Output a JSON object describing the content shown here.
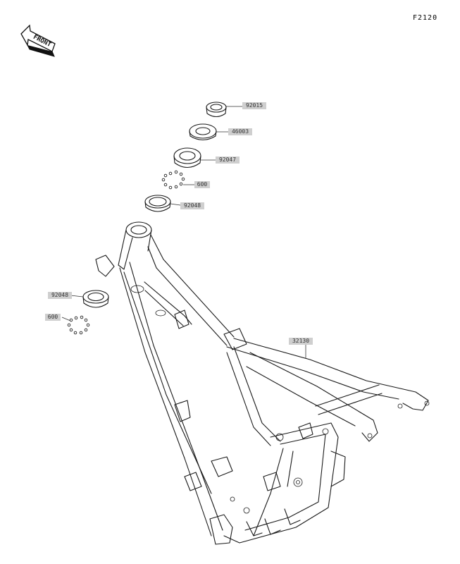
{
  "figure": {
    "number": "F2120"
  },
  "front_arrow": {
    "text": "FRONT"
  },
  "parts": [
    {
      "id": "p92015",
      "number": "92015"
    },
    {
      "id": "p46003",
      "number": "46003"
    },
    {
      "id": "p92047",
      "number": "92047"
    },
    {
      "id": "p600a",
      "number": "600"
    },
    {
      "id": "p92048a",
      "number": "92048"
    },
    {
      "id": "p92048b",
      "number": "92048"
    },
    {
      "id": "p600b",
      "number": "600"
    },
    {
      "id": "p32130",
      "number": "32130"
    }
  ]
}
